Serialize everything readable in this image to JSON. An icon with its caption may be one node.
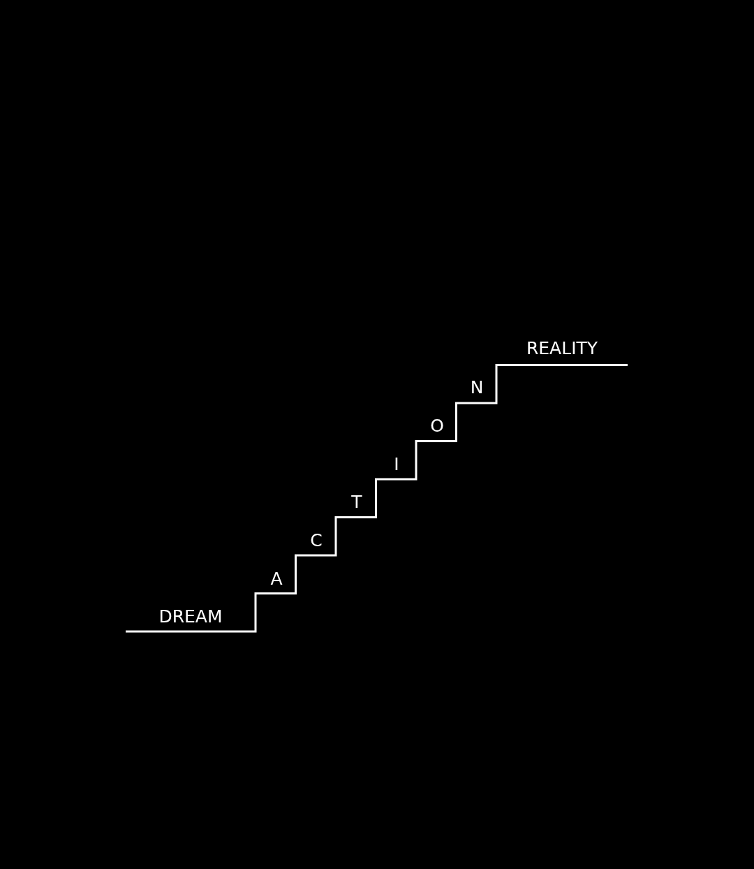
{
  "diagram": {
    "labels": [
      "DREAM",
      "A",
      "C",
      "T",
      "I",
      "O",
      "N",
      "REALITY"
    ]
  }
}
